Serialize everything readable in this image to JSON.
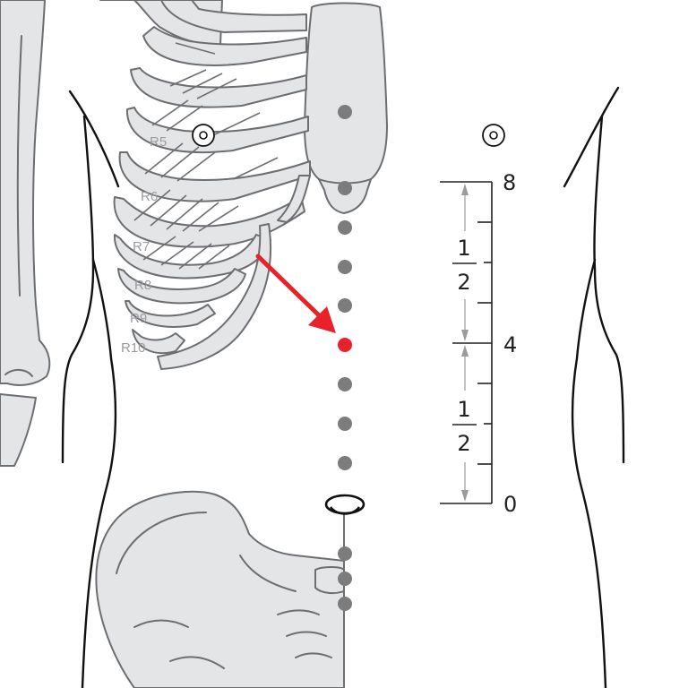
{
  "rib_labels": [
    "R5",
    "R6",
    "R7",
    "R8",
    "R9",
    "R10"
  ],
  "scale": {
    "top_label": "8",
    "mid_label": "4",
    "bottom_label": "0",
    "upper_fraction": {
      "numerator": "1",
      "denominator": "2"
    },
    "lower_fraction": {
      "numerator": "1",
      "denominator": "2"
    }
  },
  "meridian": {
    "point_count": 11,
    "target_point_index": 5
  },
  "colors": {
    "bone_fill": "#e4e5e7",
    "bone_stroke": "#6d6e71",
    "point": "#7c7c7c",
    "target": "#e8212a",
    "arrow": "#e8212a",
    "outline": "#111111"
  },
  "icons": [
    "nipple-marker-icon",
    "navel-icon",
    "pointer-arrow-icon"
  ]
}
